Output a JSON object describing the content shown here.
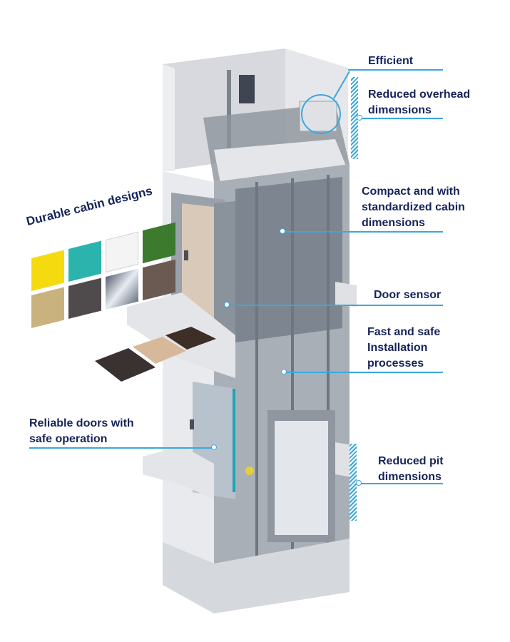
{
  "title": "Elevator shaft features diagram",
  "callouts": {
    "efficient": "Efficient",
    "overhead_line1": "Reduced overhead",
    "overhead_line2": "dimensions",
    "compact_line1": "Compact and with",
    "compact_line2": "standardized cabin",
    "compact_line3": "dimensions",
    "door_sensor": "Door sensor",
    "install_line1": "Fast and safe",
    "install_line2": "Installation",
    "install_line3": "processes",
    "pit_line1": "Reduced pit",
    "pit_line2": "dimensions",
    "doors_line1": "Reliable doors with",
    "doors_line2": "safe operation"
  },
  "cabin_designs": {
    "title": "Durable cabin designs",
    "wall_swatches": [
      {
        "name": "yellow",
        "color": "#f5da10"
      },
      {
        "name": "teal",
        "color": "#2bb3ae"
      },
      {
        "name": "white",
        "color": "#f4f4f4"
      },
      {
        "name": "green",
        "color": "#3c7a2e"
      },
      {
        "name": "beige",
        "color": "#c9b27e"
      },
      {
        "name": "dark-grey",
        "color": "#4f4b4d"
      },
      {
        "name": "brushed-steel",
        "color": "#8e98a8"
      },
      {
        "name": "brown-texture",
        "color": "#6b5a52"
      }
    ],
    "floor_swatches": [
      {
        "name": "dark-brown",
        "color": "#3a3131"
      },
      {
        "name": "sand",
        "color": "#d7b89a"
      },
      {
        "name": "granite",
        "color": "#3d2e28"
      }
    ]
  },
  "colors": {
    "label_text": "#16245a",
    "accent_line": "#3aa8dc"
  }
}
